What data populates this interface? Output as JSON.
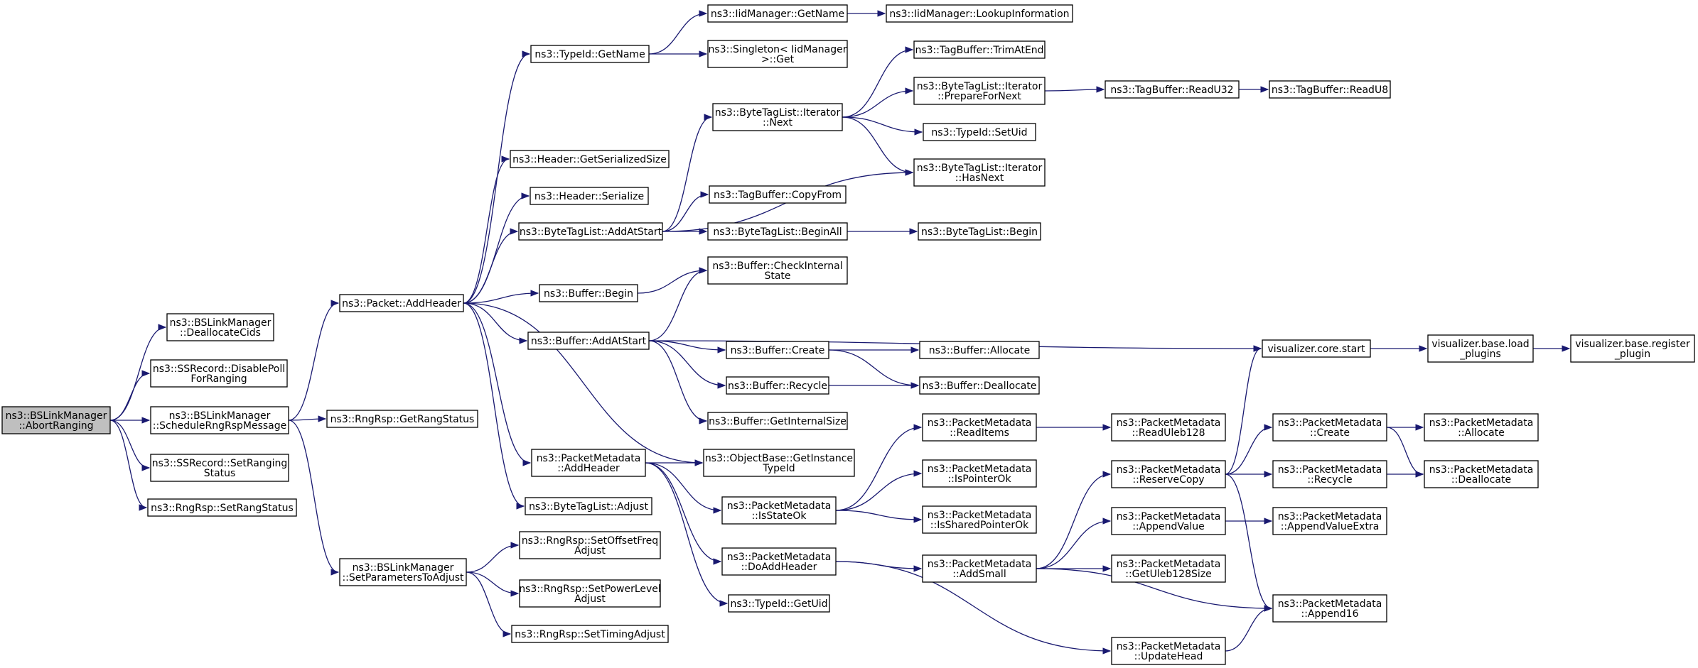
{
  "diagram": {
    "type": "call-graph",
    "root": "abort_ranging",
    "colors": {
      "edge": "#191970",
      "node_border": "#000000",
      "node_fill": "#ffffff",
      "root_fill": "#bfbfbf"
    },
    "nodes": [
      {
        "id": "abort_ranging",
        "lines": [
          "ns3::BSLinkManager",
          "::AbortRanging"
        ]
      },
      {
        "id": "dealloc_cids",
        "lines": [
          "ns3::BSLinkManager",
          "::DeallocateCids"
        ]
      },
      {
        "id": "disable_poll",
        "lines": [
          "ns3::SSRecord::DisablePoll",
          "ForRanging"
        ]
      },
      {
        "id": "schedule_rng",
        "lines": [
          "ns3::BSLinkManager",
          "::ScheduleRngRspMessage"
        ]
      },
      {
        "id": "ss_set_ranging",
        "lines": [
          "ns3::SSRecord::SetRanging",
          "Status"
        ]
      },
      {
        "id": "rngrsp_setrang",
        "lines": [
          "ns3::RngRsp::SetRangStatus"
        ]
      },
      {
        "id": "packet_addheader",
        "lines": [
          "ns3::Packet::AddHeader"
        ]
      },
      {
        "id": "rngrsp_getrang",
        "lines": [
          "ns3::RngRsp::GetRangStatus"
        ]
      },
      {
        "id": "set_params",
        "lines": [
          "ns3::BSLinkManager",
          "::SetParametersToAdjust"
        ]
      },
      {
        "id": "typeid_getname",
        "lines": [
          "ns3::TypeId::GetName"
        ]
      },
      {
        "id": "header_getser",
        "lines": [
          "ns3::Header::GetSerializedSize"
        ]
      },
      {
        "id": "header_ser",
        "lines": [
          "ns3::Header::Serialize"
        ]
      },
      {
        "id": "btl_addatstart",
        "lines": [
          "ns3::ByteTagList::AddAtStart"
        ]
      },
      {
        "id": "buffer_begin",
        "lines": [
          "ns3::Buffer::Begin"
        ]
      },
      {
        "id": "buffer_addatstart",
        "lines": [
          "ns3::Buffer::AddAtStart"
        ]
      },
      {
        "id": "pm_addheader",
        "lines": [
          "ns3::PacketMetadata",
          "::AddHeader"
        ]
      },
      {
        "id": "btl_adjust",
        "lines": [
          "ns3::ByteTagList::Adjust"
        ]
      },
      {
        "id": "rngrsp_setoffset",
        "lines": [
          "ns3::RngRsp::SetOffsetFreq",
          "Adjust"
        ]
      },
      {
        "id": "rngrsp_setpower",
        "lines": [
          "ns3::RngRsp::SetPowerLevel",
          "Adjust"
        ]
      },
      {
        "id": "rngrsp_settiming",
        "lines": [
          "ns3::RngRsp::SetTimingAdjust"
        ]
      },
      {
        "id": "iid_getname",
        "lines": [
          "ns3::IidManager::GetName"
        ]
      },
      {
        "id": "singleton_get",
        "lines": [
          "ns3::Singleton< IidManager",
          ">::Get"
        ]
      },
      {
        "id": "btl_iter_next",
        "lines": [
          "ns3::ByteTagList::Iterator",
          "::Next"
        ]
      },
      {
        "id": "tb_copyfrom",
        "lines": [
          "ns3::TagBuffer::CopyFrom"
        ]
      },
      {
        "id": "btl_beginall",
        "lines": [
          "ns3::ByteTagList::BeginAll"
        ]
      },
      {
        "id": "buffer_checkinternal",
        "lines": [
          "ns3::Buffer::CheckInternal",
          "State"
        ]
      },
      {
        "id": "buffer_create",
        "lines": [
          "ns3::Buffer::Create"
        ]
      },
      {
        "id": "buffer_recycle",
        "lines": [
          "ns3::Buffer::Recycle"
        ]
      },
      {
        "id": "buffer_getinternal",
        "lines": [
          "ns3::Buffer::GetInternalSize"
        ]
      },
      {
        "id": "objbase_getinst",
        "lines": [
          "ns3::ObjectBase::GetInstance",
          "TypeId"
        ]
      },
      {
        "id": "pm_isstateok",
        "lines": [
          "ns3::PacketMetadata",
          "::IsStateOk"
        ]
      },
      {
        "id": "pm_doaddheader",
        "lines": [
          "ns3::PacketMetadata",
          "::DoAddHeader"
        ]
      },
      {
        "id": "typeid_getuid",
        "lines": [
          "ns3::TypeId::GetUid"
        ]
      },
      {
        "id": "iid_lookup",
        "lines": [
          "ns3::IidManager::LookupInformation"
        ]
      },
      {
        "id": "tb_trimatend",
        "lines": [
          "ns3::TagBuffer::TrimAtEnd"
        ]
      },
      {
        "id": "btl_iter_prepare",
        "lines": [
          "ns3::ByteTagList::Iterator",
          "::PrepareForNext"
        ]
      },
      {
        "id": "typeid_setuid",
        "lines": [
          "ns3::TypeId::SetUid"
        ]
      },
      {
        "id": "btl_iter_hasnext",
        "lines": [
          "ns3::ByteTagList::Iterator",
          "::HasNext"
        ]
      },
      {
        "id": "btl_begin",
        "lines": [
          "ns3::ByteTagList::Begin"
        ]
      },
      {
        "id": "buffer_allocate",
        "lines": [
          "ns3::Buffer::Allocate"
        ]
      },
      {
        "id": "buffer_deallocate",
        "lines": [
          "ns3::Buffer::Deallocate"
        ]
      },
      {
        "id": "pm_readitems",
        "lines": [
          "ns3::PacketMetadata",
          "::ReadItems"
        ]
      },
      {
        "id": "pm_ispointerok",
        "lines": [
          "ns3::PacketMetadata",
          "::IsPointerOk"
        ]
      },
      {
        "id": "pm_issharedpointerok",
        "lines": [
          "ns3::PacketMetadata",
          "::IsSharedPointerOk"
        ]
      },
      {
        "id": "pm_addsmall",
        "lines": [
          "ns3::PacketMetadata",
          "::AddSmall"
        ]
      },
      {
        "id": "tb_readu32",
        "lines": [
          "ns3::TagBuffer::ReadU32"
        ]
      },
      {
        "id": "tb_readu8",
        "lines": [
          "ns3::TagBuffer::ReadU8"
        ]
      },
      {
        "id": "viz_core_start",
        "lines": [
          "visualizer.core.start"
        ]
      },
      {
        "id": "pm_readuleb128",
        "lines": [
          "ns3::PacketMetadata",
          "::ReadUleb128"
        ]
      },
      {
        "id": "pm_reservecopy",
        "lines": [
          "ns3::PacketMetadata",
          "::ReserveCopy"
        ]
      },
      {
        "id": "pm_appendvalue",
        "lines": [
          "ns3::PacketMetadata",
          "::AppendValue"
        ]
      },
      {
        "id": "pm_getuleb128size",
        "lines": [
          "ns3::PacketMetadata",
          "::GetUleb128Size"
        ]
      },
      {
        "id": "pm_updatehead",
        "lines": [
          "ns3::PacketMetadata",
          "::UpdateHead"
        ]
      },
      {
        "id": "viz_load_plugins",
        "lines": [
          "visualizer.base.load",
          "_plugins"
        ]
      },
      {
        "id": "pm_create",
        "lines": [
          "ns3::PacketMetadata",
          "::Create"
        ]
      },
      {
        "id": "pm_recycle",
        "lines": [
          "ns3::PacketMetadata",
          "::Recycle"
        ]
      },
      {
        "id": "pm_appendvalueextra",
        "lines": [
          "ns3::PacketMetadata",
          "::AppendValueExtra"
        ]
      },
      {
        "id": "pm_append16",
        "lines": [
          "ns3::PacketMetadata",
          "::Append16"
        ]
      },
      {
        "id": "viz_register_plugin",
        "lines": [
          "visualizer.base.register",
          "_plugin"
        ]
      },
      {
        "id": "pm_allocate",
        "lines": [
          "ns3::PacketMetadata",
          "::Allocate"
        ]
      },
      {
        "id": "pm_deallocate",
        "lines": [
          "ns3::PacketMetadata",
          "::Deallocate"
        ]
      }
    ],
    "edges": [
      [
        "abort_ranging",
        "dealloc_cids"
      ],
      [
        "abort_ranging",
        "disable_poll"
      ],
      [
        "abort_ranging",
        "schedule_rng"
      ],
      [
        "abort_ranging",
        "ss_set_ranging"
      ],
      [
        "abort_ranging",
        "rngrsp_setrang"
      ],
      [
        "schedule_rng",
        "packet_addheader"
      ],
      [
        "schedule_rng",
        "rngrsp_getrang"
      ],
      [
        "schedule_rng",
        "set_params"
      ],
      [
        "packet_addheader",
        "typeid_getname"
      ],
      [
        "packet_addheader",
        "header_getser"
      ],
      [
        "packet_addheader",
        "header_ser"
      ],
      [
        "packet_addheader",
        "btl_addatstart"
      ],
      [
        "packet_addheader",
        "buffer_begin"
      ],
      [
        "packet_addheader",
        "buffer_addatstart"
      ],
      [
        "packet_addheader",
        "objbase_getinst"
      ],
      [
        "packet_addheader",
        "pm_addheader"
      ],
      [
        "packet_addheader",
        "btl_adjust"
      ],
      [
        "set_params",
        "rngrsp_setoffset"
      ],
      [
        "set_params",
        "rngrsp_setpower"
      ],
      [
        "set_params",
        "rngrsp_settiming"
      ],
      [
        "typeid_getname",
        "iid_getname"
      ],
      [
        "typeid_getname",
        "singleton_get"
      ],
      [
        "iid_getname",
        "iid_lookup"
      ],
      [
        "btl_addatstart",
        "btl_iter_next"
      ],
      [
        "btl_addatstart",
        "btl_iter_hasnext"
      ],
      [
        "btl_addatstart",
        "tb_copyfrom"
      ],
      [
        "btl_addatstart",
        "btl_beginall"
      ],
      [
        "btl_iter_next",
        "tb_trimatend"
      ],
      [
        "btl_iter_next",
        "btl_iter_prepare"
      ],
      [
        "btl_iter_next",
        "typeid_setuid"
      ],
      [
        "btl_iter_next",
        "btl_iter_hasnext"
      ],
      [
        "btl_iter_prepare",
        "tb_readu32"
      ],
      [
        "tb_readu32",
        "tb_readu8"
      ],
      [
        "btl_beginall",
        "btl_begin"
      ],
      [
        "buffer_begin",
        "buffer_checkinternal"
      ],
      [
        "buffer_addatstart",
        "buffer_checkinternal"
      ],
      [
        "buffer_addatstart",
        "viz_core_start"
      ],
      [
        "buffer_addatstart",
        "buffer_create"
      ],
      [
        "buffer_addatstart",
        "buffer_recycle"
      ],
      [
        "buffer_addatstart",
        "buffer_getinternal"
      ],
      [
        "buffer_create",
        "buffer_allocate"
      ],
      [
        "buffer_create",
        "buffer_deallocate"
      ],
      [
        "buffer_recycle",
        "buffer_deallocate"
      ],
      [
        "viz_core_start",
        "viz_load_plugins"
      ],
      [
        "viz_load_plugins",
        "viz_register_plugin"
      ],
      [
        "pm_addheader",
        "objbase_getinst"
      ],
      [
        "pm_addheader",
        "pm_isstateok"
      ],
      [
        "pm_addheader",
        "pm_doaddheader"
      ],
      [
        "pm_addheader",
        "typeid_getuid"
      ],
      [
        "pm_isstateok",
        "pm_readitems"
      ],
      [
        "pm_isstateok",
        "pm_ispointerok"
      ],
      [
        "pm_isstateok",
        "pm_issharedpointerok"
      ],
      [
        "pm_readitems",
        "pm_readuleb128"
      ],
      [
        "pm_doaddheader",
        "pm_addsmall"
      ],
      [
        "pm_doaddheader",
        "pm_updatehead"
      ],
      [
        "pm_addsmall",
        "pm_reservecopy"
      ],
      [
        "pm_addsmall",
        "pm_appendvalue"
      ],
      [
        "pm_addsmall",
        "pm_getuleb128size"
      ],
      [
        "pm_addsmall",
        "pm_append16"
      ],
      [
        "pm_reservecopy",
        "viz_core_start"
      ],
      [
        "pm_reservecopy",
        "pm_create"
      ],
      [
        "pm_reservecopy",
        "pm_recycle"
      ],
      [
        "pm_reservecopy",
        "pm_append16"
      ],
      [
        "pm_create",
        "pm_allocate"
      ],
      [
        "pm_create",
        "pm_deallocate"
      ],
      [
        "pm_recycle",
        "pm_deallocate"
      ],
      [
        "pm_appendvalue",
        "pm_appendvalueextra"
      ],
      [
        "pm_updatehead",
        "pm_append16"
      ]
    ]
  }
}
